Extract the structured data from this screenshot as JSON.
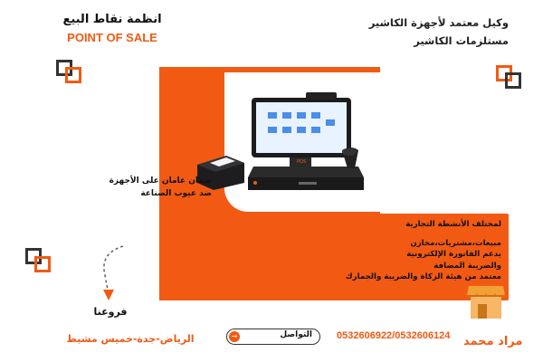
{
  "header": {
    "title_ar": "انظمة نقاط البيع",
    "title_en": "POINT OF SALE",
    "agent_line1": "وكيل معتمد لأجهزة الكاشير",
    "agent_line2": "مستلزمات الكاشير"
  },
  "warranty": {
    "line1": "ضمان عامان على الأجهزة",
    "line2": "ضد عيوب الصناعة"
  },
  "features": [
    "لمختلف الأنشطة التجارية",
    "مبيعات،مشتريات،مخازن",
    "يدعم الفاتورة الإلكترونية",
    "والضريبة المضافة",
    "معتمد من هيئة الزكاة والضريبة والجمارك"
  ],
  "branches": {
    "label": "فروعنا",
    "cities": "الرياض-جدة-خميس مشيط"
  },
  "contact": {
    "label": "التواصل",
    "arrow": "→",
    "phones": "0532606922/0532606124"
  },
  "logo": {
    "text": "مراد محمد",
    "icon": "store-icon"
  },
  "device": {
    "brand": "POS"
  },
  "colors": {
    "accent": "#f25a13",
    "dark": "#222222",
    "screen": "#e9f2ff",
    "tile": "#4a8ee8"
  },
  "icons": [
    "square-outline-icon",
    "pos-terminal-icon",
    "receipt-printer-icon",
    "barcode-scanner-icon",
    "arrow-right-icon"
  ]
}
